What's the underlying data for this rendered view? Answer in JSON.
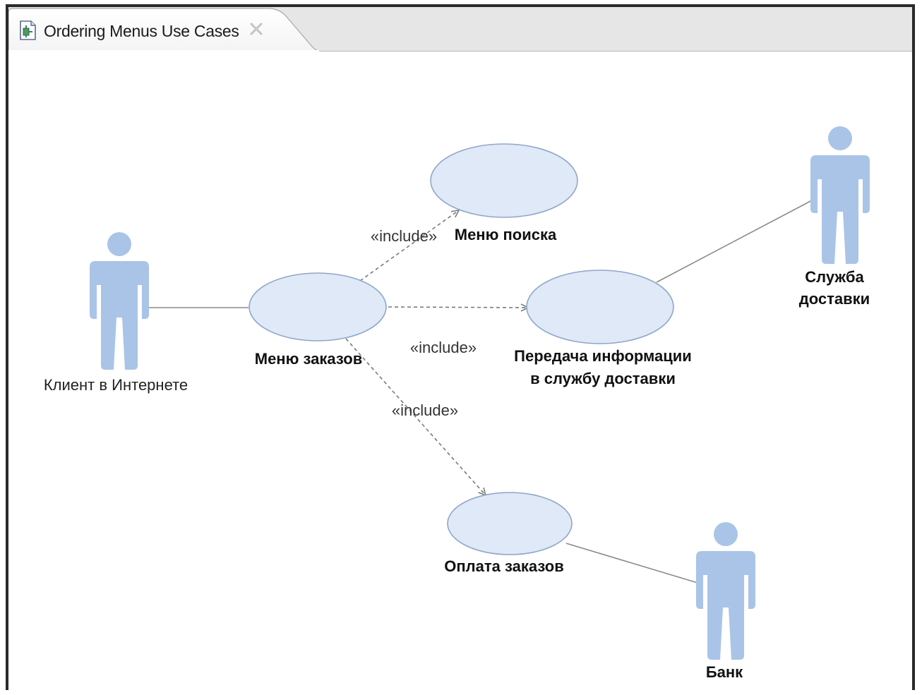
{
  "tab": {
    "title": "Ordering Menus Use Cases",
    "icon": "diagram-file-icon",
    "close_icon": "close-icon"
  },
  "colors": {
    "actor": "#a9c4e6",
    "usecase_fill": "#dfe9f7",
    "usecase_stroke": "#8fa7c8",
    "association_line": "#8a8a8a",
    "include_line": "#7a7a7a"
  },
  "actors": {
    "client": {
      "label": "Клиент в Интернете"
    },
    "delivery": {
      "label_line1": "Служба",
      "label_line2": "доставки"
    },
    "bank": {
      "label": "Банк"
    }
  },
  "usecases": {
    "order_menu": {
      "label": "Меню заказов"
    },
    "search_menu": {
      "label": "Меню поиска"
    },
    "transfer_info": {
      "label_line1": "Передача информации",
      "label_line2": "в службу доставки"
    },
    "payment": {
      "label": "Оплата заказов"
    }
  },
  "includes": {
    "to_search": "«include»",
    "to_transfer": "«include»",
    "to_payment": "«include»"
  }
}
